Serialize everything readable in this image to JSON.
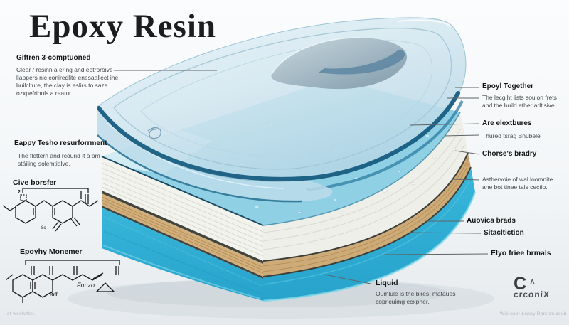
{
  "title": "Epoxy Resin",
  "left": {
    "s1_heading": "Giftren 3-comptuoned",
    "s1_line1": "Clear / resinn a ering and eptroroive",
    "s1_line2": "liappers nic coniredlite enesaallect ihe",
    "s1_line3": "builclture, the clay is eslirs to saze",
    "s1_line4": "ozxpefriools a reatur.",
    "s2_heading": "Eappy Tesho resurforrment",
    "s2_line1": "The flettern and rcourid it a am",
    "s2_line2": "stáiling solemtialve.",
    "s3_heading": "Cive borsfer",
    "s3_bracket_label": "2",
    "s3_note": "8o",
    "s4_heading": "Epoyhy Monemer",
    "s4_label1": "Funzo",
    "s4_label2": "RrT",
    "footnote": "of weolvlftel."
  },
  "right": {
    "c1_heading": "Epoyl Together",
    "c1_line1": "The lecgiht lists soulon frets",
    "c1_line2": "and the build ether adtisive.",
    "c2_heading": "Are elextbures",
    "c2_body": "Thured tsrag Bnubele",
    "c3_heading": "Chorse's bradry",
    "c3_line1": "Asthervoie of wal loomnite",
    "c3_line2": "ane bot tinee tals cectio.",
    "c4_heading": "Auovica brads",
    "c5_heading": "Sitacltiction",
    "c6_heading": "Elyo friee brmals",
    "c7_heading": "Liquid",
    "c7_line1": "Oumlule is the bires, mataues",
    "c7_line2": "copricuimg ecxpher."
  },
  "footer": {
    "logo_letter": "C",
    "logo_mark": "Λ",
    "logo_name": "crconiX",
    "attribution": "Witi uoer Lopby Rarsion coub"
  },
  "colors": {
    "glass_fill": "#d3e7f0",
    "glass_rim": "#175d81",
    "stack_top_blue": "#8fd0e4",
    "layer_white": "#f3f3ee",
    "layer_wood": "#d2b07e",
    "layer_cyan": "#2fadd4",
    "separator": "#44443e",
    "background_top": "#fbfcfd",
    "background_bottom": "#e6eaed",
    "leader_line": "#5f6468"
  }
}
